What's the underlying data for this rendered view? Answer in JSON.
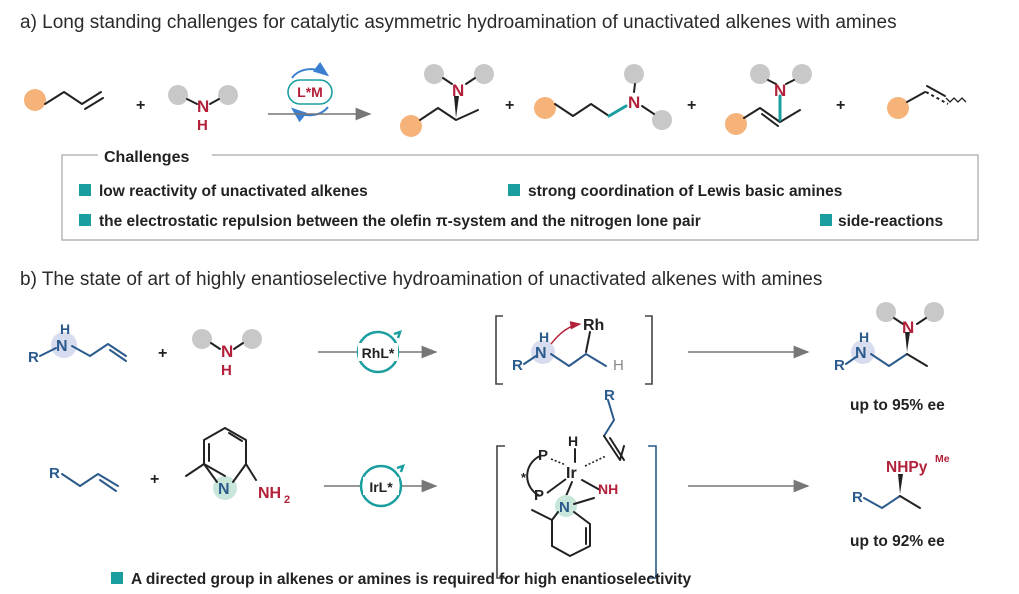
{
  "section_a": {
    "title": "a) Long standing challenges for catalytic asymmetric hydroamination of unactivated alkenes with amines",
    "catalyst": "L*M",
    "amine_N": "N",
    "amine_H": "H",
    "plus": "+"
  },
  "challenges": {
    "heading": "Challenges",
    "items": [
      "low reactivity of unactivated alkenes",
      "strong coordination of Lewis basic amines",
      "the electrostatic repulsion between the olefin π-system and the nitrogen lone pair",
      "side-reactions"
    ],
    "marker_color": "#1a9ea0"
  },
  "section_b": {
    "title": "b) The state of art of highly enantioselective hydroamination of unactivated alkenes with amines",
    "rh": {
      "catalyst": "RhL*",
      "metal": "Rh",
      "result": "up to 95% ee",
      "R": "R",
      "N": "N",
      "H": "H"
    },
    "ir": {
      "catalyst": "IrL*",
      "metal": "Ir",
      "P": "P",
      "star": "*",
      "H": "H",
      "NH": "NH",
      "NH2": "NH",
      "NH2_sub": "2",
      "R": "R",
      "product": "NHPy",
      "product_sup": "Me",
      "result": "up to 92% ee"
    }
  },
  "footer": "A directed group in alkenes or amines is required for high enantioselectivity",
  "colors": {
    "orange": "#f5b37a",
    "grey": "#c8c8c8",
    "teal": "#1a9ea0",
    "amine_red": "#b3203a",
    "blue": "#2b5a8c",
    "halo": "#d8dcef"
  }
}
